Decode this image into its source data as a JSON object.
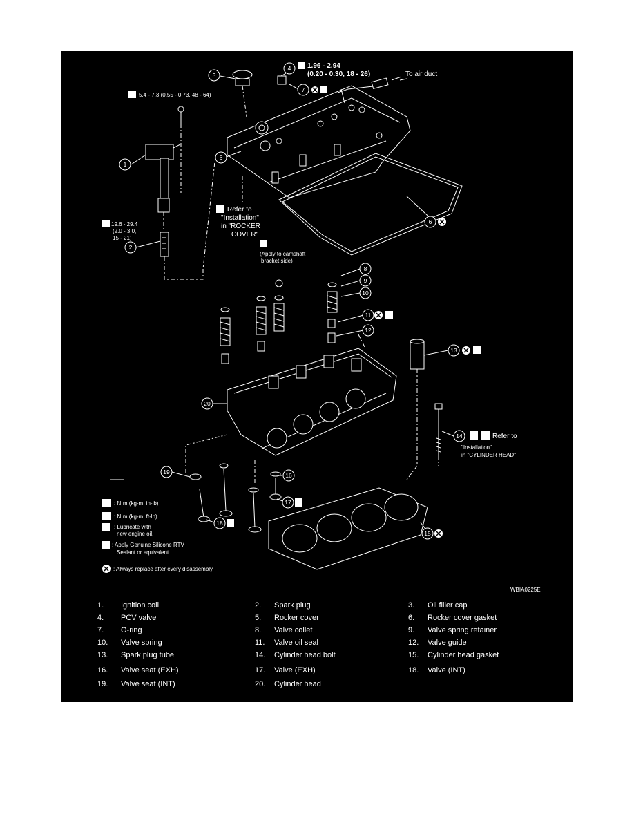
{
  "figure_code": "WBIA0225E",
  "callouts": {
    "torque_pcv": "1.96 - 2.94",
    "torque_pcv_units": "(0.20 - 0.30, 18 - 26)",
    "to_air_duct": "To air duct",
    "torque_coil": "5.4 - 7.3 (0.55 - 0.73, 48 - 64)",
    "refer_rocker_1": "Refer to",
    "refer_rocker_2": "\"Installation\"",
    "refer_rocker_3": "in \"ROCKER",
    "refer_rocker_4": "COVER\"",
    "torque_plug_1": "19.6 - 29.4",
    "torque_plug_2": "(2.0 - 3.0,",
    "torque_plug_3": "15 - 21)",
    "apply_1": "(Apply to camshaft",
    "apply_2": "bracket side)",
    "refer_head_1": "Refer to",
    "refer_head_2": "\"Installation\"",
    "refer_head_3": "in \"CYLINDER HEAD\""
  },
  "key": {
    "nm_in": ": N·m (kg-m, in-lb)",
    "nm_ft": ": N·m (kg-m, ft-lb)",
    "lube_1": ": Lubricate with",
    "lube_2": "new engine oil.",
    "rtv_1": ": Apply Genuine Silicone RTV",
    "rtv_2": "Sealant or equivalent.",
    "replace": ": Always replace after every disassembly."
  },
  "part_numbers": [
    "1",
    "2",
    "3",
    "4",
    "5",
    "6",
    "7",
    "8",
    "9",
    "10",
    "11",
    "12",
    "13",
    "14",
    "15",
    "16",
    "17",
    "18",
    "19",
    "20"
  ],
  "legend": [
    {
      "num": "1.",
      "name": "Ignition coil"
    },
    {
      "num": "2.",
      "name": "Spark plug"
    },
    {
      "num": "3.",
      "name": "Oil filler cap"
    },
    {
      "num": "4.",
      "name": "PCV valve"
    },
    {
      "num": "5.",
      "name": "Rocker cover"
    },
    {
      "num": "6.",
      "name": "Rocker cover gasket"
    },
    {
      "num": "7.",
      "name": "O-ring"
    },
    {
      "num": "8.",
      "name": "Valve collet"
    },
    {
      "num": "9.",
      "name": "Valve spring retainer"
    },
    {
      "num": "10.",
      "name": "Valve spring"
    },
    {
      "num": "11.",
      "name": "Valve oil seal"
    },
    {
      "num": "12.",
      "name": "Valve guide"
    },
    {
      "num": "13.",
      "name": "Spark plug tube"
    },
    {
      "num": "14.",
      "name": "Cylinder head bolt"
    },
    {
      "num": "15.",
      "name": "Cylinder head gasket"
    },
    {
      "num": "16.",
      "name": "Valve seat (EXH)"
    },
    {
      "num": "17.",
      "name": "Valve (EXH)"
    },
    {
      "num": "18.",
      "name": "Valve (INT)"
    },
    {
      "num": "19.",
      "name": "Valve seat (INT)"
    },
    {
      "num": "20.",
      "name": "Cylinder head"
    }
  ],
  "colors": {
    "panel": "#000000",
    "ink": "#ffffff",
    "page": "#ffffff"
  }
}
